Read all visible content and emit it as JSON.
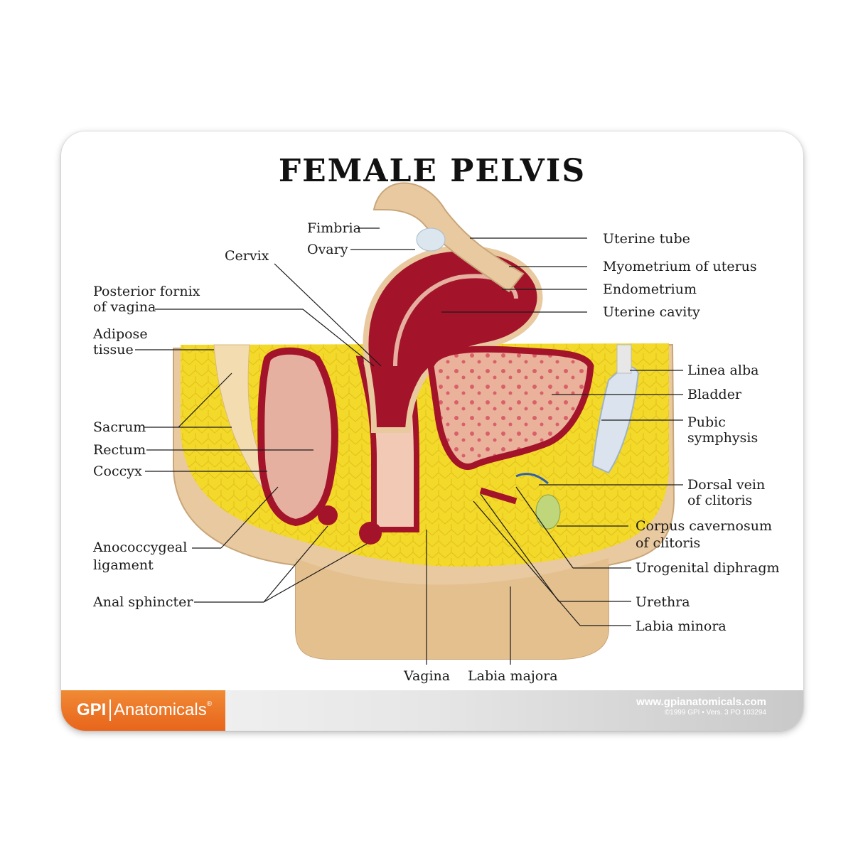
{
  "title": "FEMALE PELVIS",
  "labels": {
    "fimbria": "Fimbria",
    "ovary": "Ovary",
    "cervix": "Cervix",
    "posterior_fornix_1": "Posterior fornix",
    "posterior_fornix_2": "of vagina",
    "adipose_1": "Adipose",
    "adipose_2": "tissue",
    "sacrum": "Sacrum",
    "rectum": "Rectum",
    "coccyx": "Coccyx",
    "anococcygeal_1": "Anococcygeal",
    "anococcygeal_2": "ligament",
    "anal_sphincter": "Anal sphincter",
    "vagina": "Vagina",
    "labia_majora": "Labia majora",
    "uterine_tube": "Uterine tube",
    "myometrium": "Myometrium of uterus",
    "endometrium": "Endometrium",
    "uterine_cavity": "Uterine cavity",
    "linea_alba": "Linea alba",
    "bladder": "Bladder",
    "pubic_symphysis_1": "Pubic",
    "pubic_symphysis_2": "symphysis",
    "dorsal_vein_1": "Dorsal vein",
    "dorsal_vein_2": "of clitoris",
    "corpus_cavernosum_1": "Corpus cavernosum",
    "corpus_cavernosum_2": "of clitoris",
    "urogenital_diaphragm": "Urogenital diphragm",
    "urethra": "Urethra",
    "labia_minora": "Labia minora"
  },
  "footer": {
    "brand_gpi": "GPI",
    "brand_anatomicals": "Anatomicals",
    "brand_mark": "®",
    "url": "www.gpianatomicals.com",
    "copyright": "©1999 GPI • Vers. 3 PO 103294"
  },
  "colors": {
    "skin": "#e9c9a0",
    "fat": "#f3d92a",
    "muscle": "#a3142a",
    "mucosa": "#e6b0a0",
    "brand_orange": "#e8651c"
  }
}
